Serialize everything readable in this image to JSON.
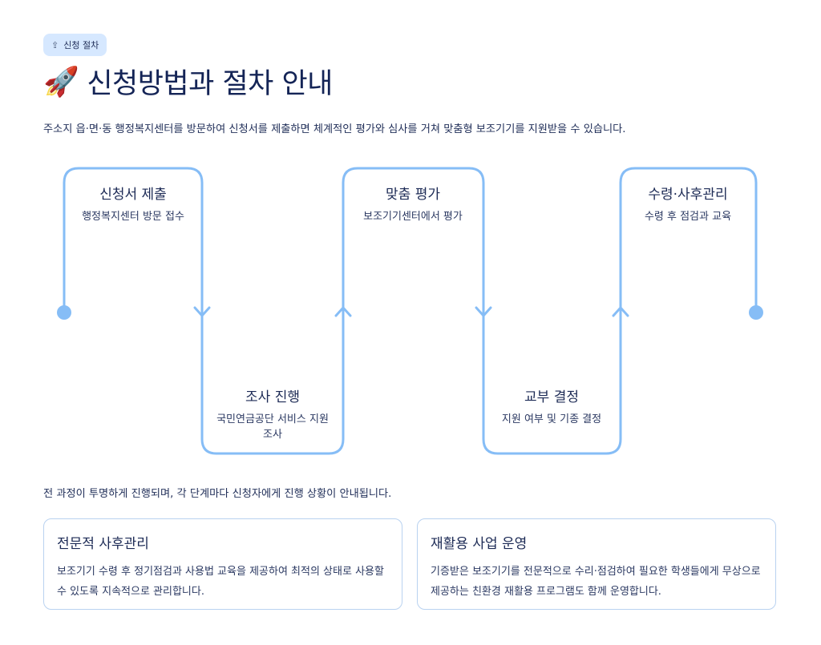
{
  "badge": {
    "icon": "rocket-icon",
    "label": "신청 절차"
  },
  "header": {
    "emoji": "🚀",
    "title": "신청방법과 절차 안내"
  },
  "intro": "주소지 읍·면·동 행정복지센터를 방문하여 신청서를 제출하면 체계적인 평가와 심사를 거쳐 맞춤형 보조기기를 지원받을 수 있습니다.",
  "flow": {
    "line_color": "#86bdf6",
    "steps": [
      {
        "title": "신청서 제출",
        "desc": "행정복지센터 방문 접수",
        "position": "top"
      },
      {
        "title": "조사 진행",
        "desc": "국민연금공단 서비스 지원조사",
        "position": "bottom"
      },
      {
        "title": "맞춤 평가",
        "desc": "보조기기센터에서 평가",
        "position": "top"
      },
      {
        "title": "교부 결정",
        "desc": "지원 여부 및 기종 결정",
        "position": "bottom"
      },
      {
        "title": "수령·사후관리",
        "desc": "수령 후 점검과 교육",
        "position": "top"
      }
    ]
  },
  "summary": "전 과정이 투명하게 진행되며, 각 단계마다 신청자에게 진행 상황이 안내됩니다.",
  "cards": [
    {
      "title": "전문적 사후관리",
      "desc": "보조기기 수령 후 정기점검과 사용법 교육을 제공하여 최적의 상태로 사용할 수 있도록 지속적으로 관리합니다."
    },
    {
      "title": "재활용 사업 운영",
      "desc": "기증받은 보조기기를 전문적으로 수리·점검하여 필요한 학생들에게 무상으로 제공하는 친환경 재활용 프로그램도 함께 운영합니다."
    }
  ]
}
